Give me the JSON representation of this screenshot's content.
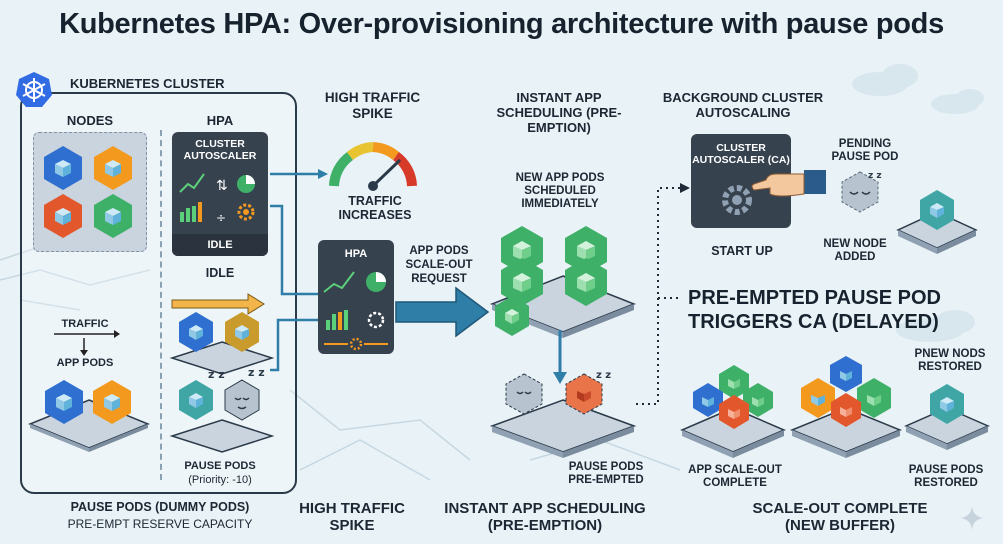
{
  "title": "Kubernetes HPA: Over-provisioning architecture with pause pods",
  "cluster": {
    "label": "KUBERNETES CLUSTER",
    "nodes_label": "NODES",
    "hpa_label": "HPA",
    "hpa_panel_title": "CLUSTER AUTOSCALER",
    "hpa_panel_status": "IDLE",
    "idle_label": "IDLE",
    "traffic_label": "TRAFFIC",
    "app_pods_label": "APP PODS",
    "pause_pods_label": "PAUSE PODS",
    "pause_pods_priority": "(Priority: -10)"
  },
  "traffic_stage": {
    "heading": "HIGH TRAFFIC SPIKE",
    "gauge_label": "TRAFFIC INCREASES",
    "hpa_box_title": "HPA",
    "request_label": "APP PODS SCALE-OUT REQUEST"
  },
  "scheduling_stage": {
    "heading": "INSTANT APP SCHEDULING (PRE-EMPTION)",
    "new_pods_label": "NEW APP PODS SCHEDULED IMMEDIATELY",
    "preempted_label": "PAUSE PODS PRE-EMPTED"
  },
  "autoscaling_stage": {
    "heading": "BACKGROUND CLUSTER AUTOSCALING",
    "ca_box_title": "CLUSTER AUTOSCALER (CA)",
    "start_up_label": "START UP",
    "pending_label": "PENDING PAUSE POD",
    "new_node_label": "NEW NODE ADDED",
    "trigger_label": "PRE-EMPTED PAUSE POD TRIGGERS CA (DELAYED)"
  },
  "complete_stage": {
    "pnew_label": "PNEW NODS RESTORED",
    "app_scaleout_label": "APP SCALE-OUT COMPLETE",
    "pause_restored_label": "PAUSE PODS RESTORED"
  },
  "footer": {
    "col1_line1": "PAUSE PODS (DUMMY PODS)",
    "col1_line2": "PRE-EMPT RESERVE CAPACITY",
    "col2": "HIGH TRAFFIC SPIKE",
    "col3": "INSTANT APP SCHEDULING (PRE-EMPTION)",
    "col4": "SCALE-OUT COMPLETE (NEW BUFFER)"
  },
  "colors": {
    "pod_blue": "#2f6fd0",
    "pod_orange": "#f39a1e",
    "pod_red": "#e2572b",
    "pod_green": "#3fb068",
    "pod_teal": "#3fa6a5",
    "pod_gold": "#c99b2c",
    "pod_gray": "#8a99a8",
    "panel_dark": "#37424f",
    "arrow_blue": "#2f7ea8"
  },
  "icons": [
    "kubernetes-icon",
    "cube-icon",
    "gauge-icon",
    "gear-icon",
    "hand-icon",
    "line-chart-icon",
    "bar-chart-icon",
    "pie-chart-icon",
    "cloud-icon",
    "sleep-icon"
  ]
}
